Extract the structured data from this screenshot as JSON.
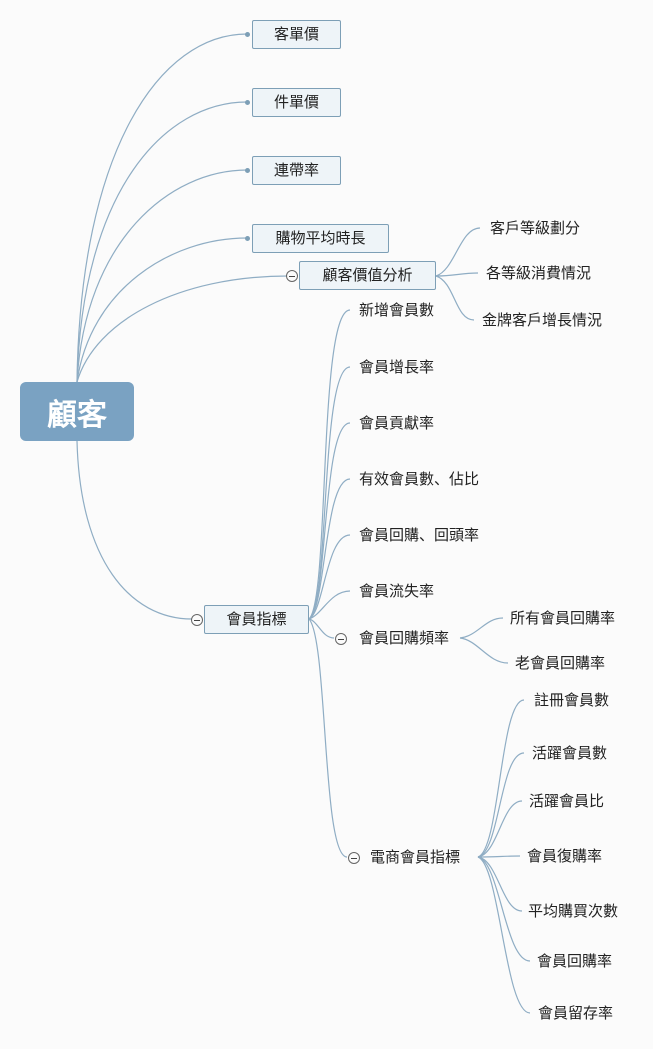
{
  "root": {
    "label": "顧客"
  },
  "branches": {
    "aov": "客單價",
    "unit_price": "件單價",
    "attach_rate": "連帶率",
    "avg_shopping_time": "購物平均時長",
    "customer_value": {
      "label": "顧客價值分析",
      "children": [
        "客戶等級劃分",
        "各等級消費情況",
        "金牌客戶增長情況"
      ]
    },
    "member_metrics": {
      "label": "會員指標",
      "children": [
        "新增會員數",
        "會員增長率",
        "會員貢獻率",
        "有效會員數、佔比",
        "會員回購、回頭率",
        "會員流失率"
      ],
      "repurchase_freq": {
        "label": "會員回購頻率",
        "children": [
          "所有會員回購率",
          "老會員回購率"
        ]
      },
      "ecommerce": {
        "label": "電商會員指標",
        "children": [
          "註冊會員數",
          "活躍會員數",
          "活躍會員比",
          "會員復購率",
          "平均購買次數",
          "會員回購率",
          "會員留存率"
        ]
      }
    }
  },
  "colors": {
    "root_fill": "#7aa2c2",
    "line": "#8fadc4",
    "box_fill": "#eef4f8",
    "box_border": "#7d9fb6"
  }
}
